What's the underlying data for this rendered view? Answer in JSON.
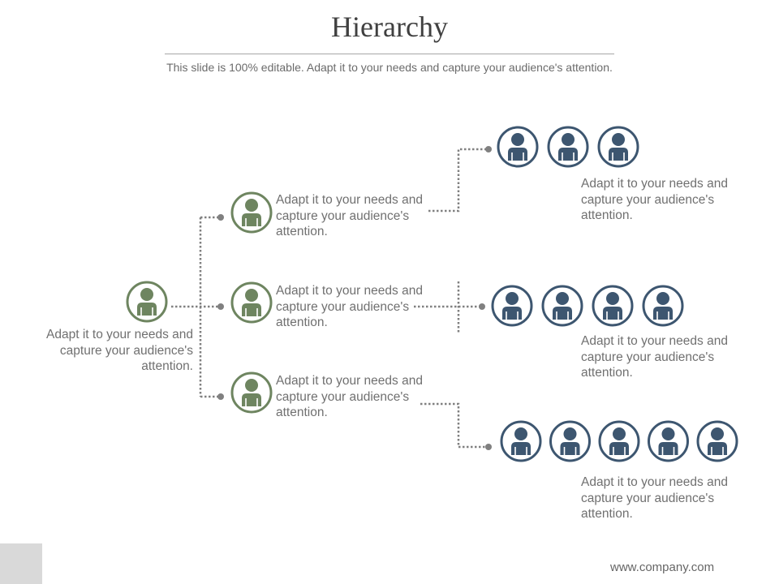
{
  "header": {
    "title": "Hierarchy",
    "subtitle": "This slide is 100% editable. Adapt it to your needs and capture your audience's attention."
  },
  "colors": {
    "level_1_2": "#6e8560",
    "level_3": "#3d5670",
    "connector": "#808080",
    "text": "#707070"
  },
  "icons": {
    "person": "person-icon"
  },
  "diagram": {
    "root": {
      "text": [
        "Adapt it to your needs and",
        "capture your audience's",
        "attention."
      ]
    },
    "branches": [
      {
        "text": [
          "Adapt it to your needs and",
          "capture your audience's",
          "attention."
        ],
        "member_count": 3,
        "members_text": [
          "Adapt it to your needs and",
          "capture your audience's",
          "attention."
        ]
      },
      {
        "text": [
          "Adapt it to your needs and",
          "capture your audience's",
          "attention."
        ],
        "member_count": 4,
        "members_text": [
          "Adapt it to your needs and",
          "capture your audience's",
          "attention."
        ]
      },
      {
        "text": [
          "Adapt it to your needs and",
          "capture your audience's",
          "attention."
        ],
        "member_count": 5,
        "members_text": [
          "Adapt it to your needs and",
          "capture your audience's",
          "attention."
        ]
      }
    ]
  },
  "footer": {
    "website": "www.company.com"
  }
}
